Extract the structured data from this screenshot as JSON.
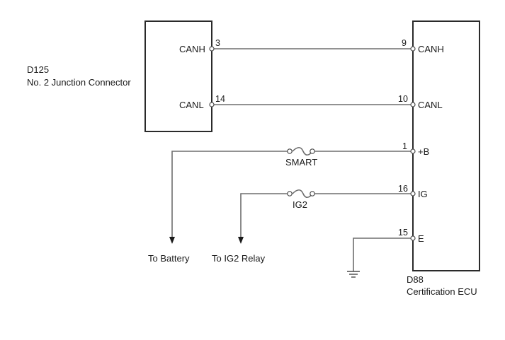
{
  "diagram": {
    "connectors": {
      "junction": {
        "id": "D125",
        "name": "No. 2 Junction Connector",
        "pins": [
          {
            "number": "3",
            "label": "CANH"
          },
          {
            "number": "14",
            "label": "CANL"
          }
        ]
      },
      "ecu": {
        "id": "D88",
        "name": "Certification ECU",
        "pins": [
          {
            "number": "9",
            "label": "CANH"
          },
          {
            "number": "10",
            "label": "CANL"
          },
          {
            "number": "1",
            "label": "+B"
          },
          {
            "number": "16",
            "label": "IG"
          },
          {
            "number": "15",
            "label": "E"
          }
        ]
      }
    },
    "fuses": [
      {
        "label": "SMART"
      },
      {
        "label": "IG2"
      }
    ],
    "destinations": [
      {
        "label": "To Battery"
      },
      {
        "label": "To IG2 Relay"
      }
    ],
    "ground": {
      "symbol": "ground-icon"
    }
  }
}
